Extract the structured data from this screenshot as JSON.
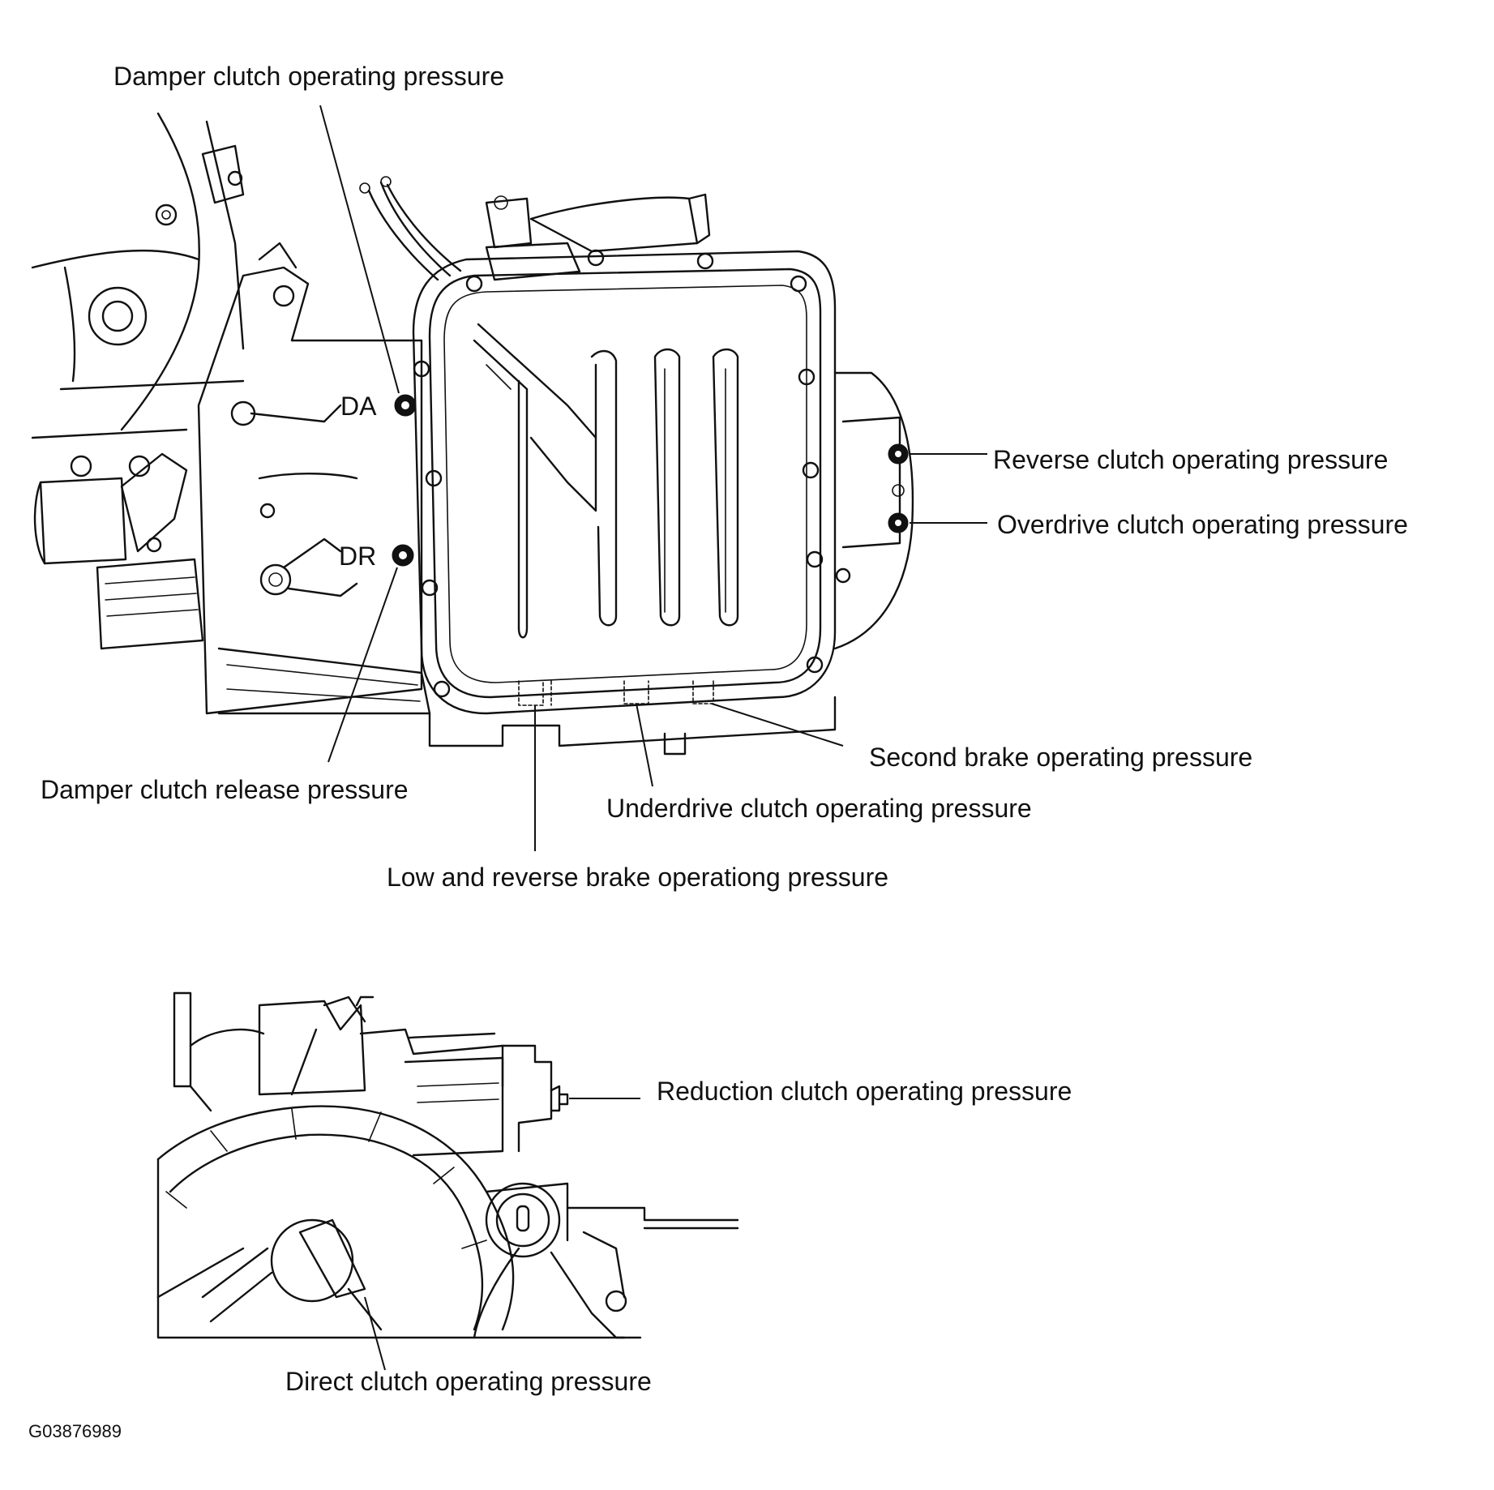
{
  "labels": {
    "damper_clutch_operating": "Damper clutch operating pressure",
    "damper_clutch_release": "Damper clutch release pressure",
    "reverse_clutch": "Reverse clutch operating pressure",
    "overdrive_clutch": "Overdrive clutch operating pressure",
    "second_brake": "Second brake operating pressure",
    "underdrive_clutch": "Underdrive clutch operating pressure",
    "low_reverse_brake": "Low and reverse brake operationg pressure",
    "reduction_clutch": "Reduction clutch operating pressure",
    "direct_clutch": "Direct clutch operating pressure"
  },
  "ports": {
    "da": "DA",
    "dr": "DR"
  },
  "figure_code": "G03876989"
}
